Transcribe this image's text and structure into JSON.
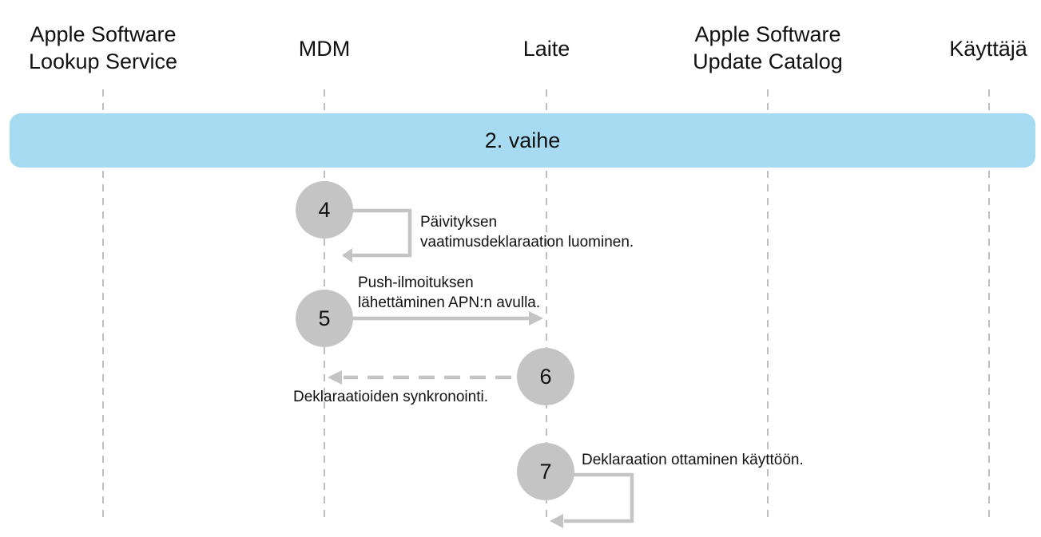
{
  "lanes": [
    {
      "line1": "Apple Software",
      "line2": "Lookup Service"
    },
    {
      "line1": "MDM",
      "line2": ""
    },
    {
      "line1": "Laite",
      "line2": ""
    },
    {
      "line1": "Apple Software",
      "line2": "Update Catalog"
    },
    {
      "line1": "Käyttäjä",
      "line2": ""
    }
  ],
  "phase": {
    "label": "2. vaihe",
    "color": "#a6dbf2"
  },
  "steps": [
    {
      "number": "4",
      "line1": "Päivityksen",
      "line2": "vaatimusdeklaraation luominen."
    },
    {
      "number": "5",
      "line1": "Push-ilmoituksen",
      "line2": "lähettäminen APN:n avulla."
    },
    {
      "number": "6",
      "line1": "Deklaraatioiden synkronointi.",
      "line2": ""
    },
    {
      "number": "7",
      "line1": "Deklaraation ottaminen käyttöön.",
      "line2": ""
    }
  ],
  "colors": {
    "circle": "#c4c4c4",
    "arrow": "#c4c4c4",
    "lifeline": "#aaaaaa"
  }
}
